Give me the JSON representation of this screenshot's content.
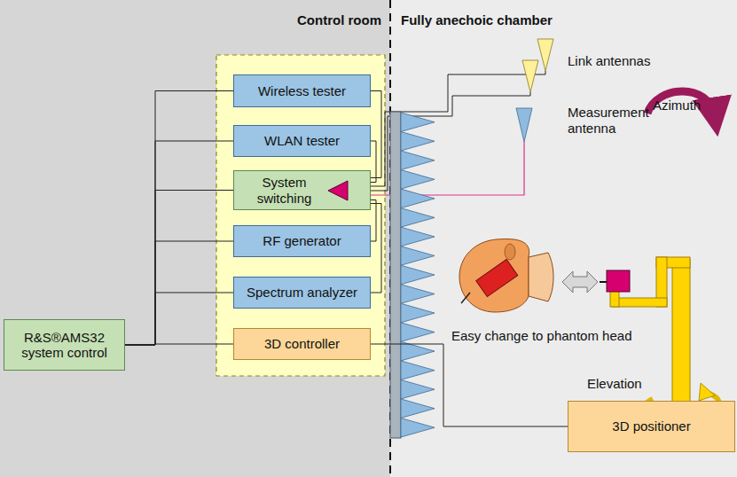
{
  "diagram": {
    "nodes": [
      {
        "text": [
          "Wireless tester"
        ]
      },
      {
        "text": [
          "WLAN tester"
        ]
      },
      {
        "text": [
          "System switching"
        ]
      },
      {
        "text": [
          "RF generator"
        ]
      },
      {
        "text": [
          "Spectrum analyzer"
        ]
      },
      {
        "text": [
          "3D controller"
        ]
      },
      {
        "text": [
          "R&S®AMS32 system control"
        ]
      },
      {
        "text": [
          "3D positioner"
        ]
      }
    ],
    "edges": [
      {
        "from": 6,
        "to": 0,
        "arrow": "none"
      },
      {
        "from": 6,
        "to": 1,
        "arrow": "none"
      },
      {
        "from": 6,
        "to": 2,
        "arrow": "none"
      },
      {
        "from": 6,
        "to": 3,
        "arrow": "none"
      },
      {
        "from": 6,
        "to": 4,
        "arrow": "none"
      },
      {
        "from": 6,
        "to": 5,
        "arrow": "none"
      },
      {
        "from": 0,
        "to": 2,
        "arrow": "none"
      },
      {
        "from": 1,
        "to": 2,
        "arrow": "none"
      },
      {
        "from": 3,
        "to": 2,
        "arrow": "none"
      },
      {
        "from": 4,
        "to": 2,
        "arrow": "none"
      },
      {
        "from": 5,
        "to": 7,
        "arrow": "none"
      }
    ],
    "labels": [
      "Control room",
      "Fully anechoic chamber",
      "Link antennas",
      "Measurement antenna",
      "Azimuth",
      "Easy change to phantom head",
      "Elevation"
    ]
  }
}
